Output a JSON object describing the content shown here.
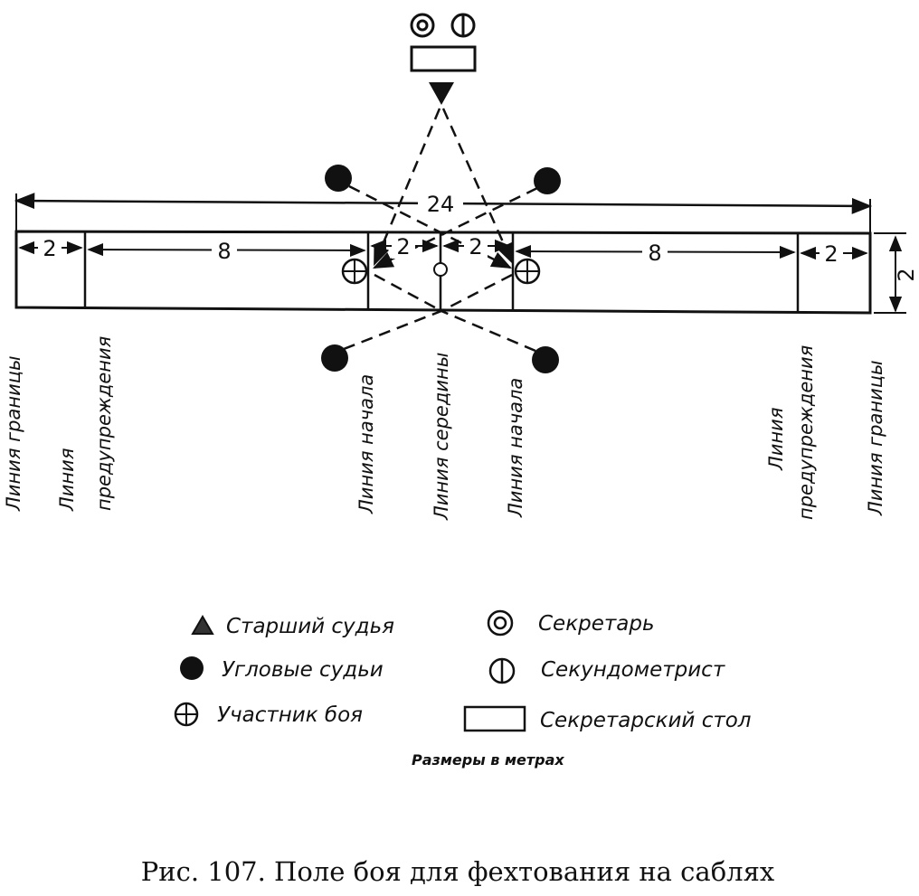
{
  "dimensions": {
    "total": "24",
    "border_zone_left": "2",
    "warning_zone_left": "8",
    "start_zone_left": "2",
    "start_zone_right": "2",
    "warning_zone_right": "8",
    "border_zone_right": "2",
    "width": "2"
  },
  "line_labels": {
    "boundary_left": "Линия границы",
    "warning_left_1": "Линия",
    "warning_left_2": "предупреждения",
    "start_left": "Линия начала",
    "middle": "Линия середины",
    "start_right": "Линия начала",
    "warning_right_1": "Линия",
    "warning_right_2": "предупреждения",
    "boundary_right": "Линия границы"
  },
  "legend": {
    "head_judge": "Старший судья",
    "corner_judges": "Угловые судьи",
    "fencer": "Участник боя",
    "secretary": "Секретарь",
    "timekeeper": "Секундометрист",
    "secretary_table": "Секретарский стол",
    "units_note": "Размеры в метрах"
  },
  "icons": {
    "head_judge": "triangle-icon",
    "corner_judge": "filled-circle-icon",
    "fencer": "circle-cross-icon",
    "secretary": "double-circle-icon",
    "timekeeper": "circle-vertical-line-icon",
    "secretary_table": "rectangle-icon"
  },
  "caption": "Рис. 107. Поле боя для фехтования на саблях"
}
